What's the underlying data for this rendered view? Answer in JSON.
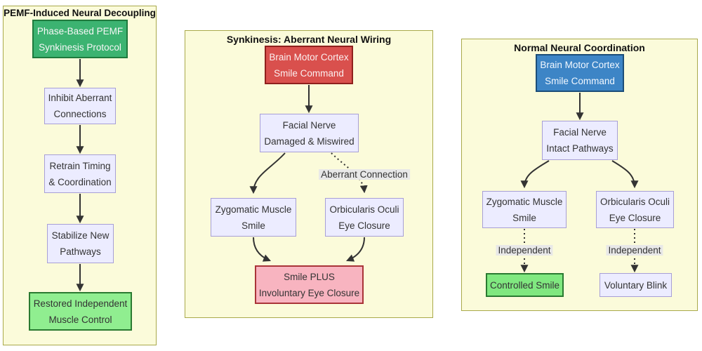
{
  "panels": {
    "left": {
      "title": "PEMF-Induced Neural Decoupling",
      "nodes": {
        "protocol": {
          "line1": "Phase-Based PEMF",
          "line2": "Synkinesis Protocol"
        },
        "inhibit": {
          "line1": "Inhibit Aberrant",
          "line2": "Connections"
        },
        "retrain": {
          "line1": "Retrain Timing",
          "line2": "& Coordination"
        },
        "stabilize": {
          "line1": "Stabilize New",
          "line2": "Pathways"
        },
        "restored": {
          "line1": "Restored Independent",
          "line2": "Muscle Control"
        }
      }
    },
    "middle": {
      "title": "Synkinesis: Aberrant Neural Wiring",
      "nodes": {
        "cortex": {
          "line1": "Brain Motor Cortex",
          "line2": "Smile Command"
        },
        "nerve": {
          "line1": "Facial Nerve",
          "line2": "Damaged & Miswired"
        },
        "zygomatic": {
          "line1": "Zygomatic Muscle",
          "line2": "Smile"
        },
        "orbicularis": {
          "line1": "Orbicularis Oculi",
          "line2": "Eye Closure"
        },
        "result": {
          "line1": "Smile PLUS",
          "line2": "Involuntary Eye Closure"
        }
      },
      "aberrant_label": "Aberrant Connection"
    },
    "right": {
      "title": "Normal Neural Coordination",
      "nodes": {
        "cortex": {
          "line1": "Brain Motor Cortex",
          "line2": "Smile Command"
        },
        "nerve": {
          "line1": "Facial Nerve",
          "line2": "Intact Pathways"
        },
        "zygomatic": {
          "line1": "Zygomatic Muscle",
          "line2": "Smile"
        },
        "orbicularis": {
          "line1": "Orbicularis Oculi",
          "line2": "Eye Closure"
        },
        "smile": {
          "label": "Controlled Smile"
        },
        "blink": {
          "label": "Voluntary Blink"
        }
      },
      "independent_label_left": "Independent",
      "independent_label_right": "Independent"
    }
  },
  "colors": {
    "panel_fill": "#fbfbda",
    "panel_border": "#a9a94a",
    "node_fill": "#ececff",
    "node_border": "#a79fd6",
    "green_dark_fill": "#3cb371",
    "green_dark_border": "#1f7a3d",
    "green_light_fill": "#90ee90",
    "green_bright_fill": "#80e880",
    "green_light_border": "#2a7a31",
    "red_fill": "#d9504d",
    "red_border": "#8f201d",
    "blue_fill": "#3d85c6",
    "blue_border": "#1c4e79",
    "pink_fill": "#f8b4c0",
    "pink_border": "#a93438",
    "arrow": "#333333",
    "edge_label_bg": "#e8e8e8"
  }
}
